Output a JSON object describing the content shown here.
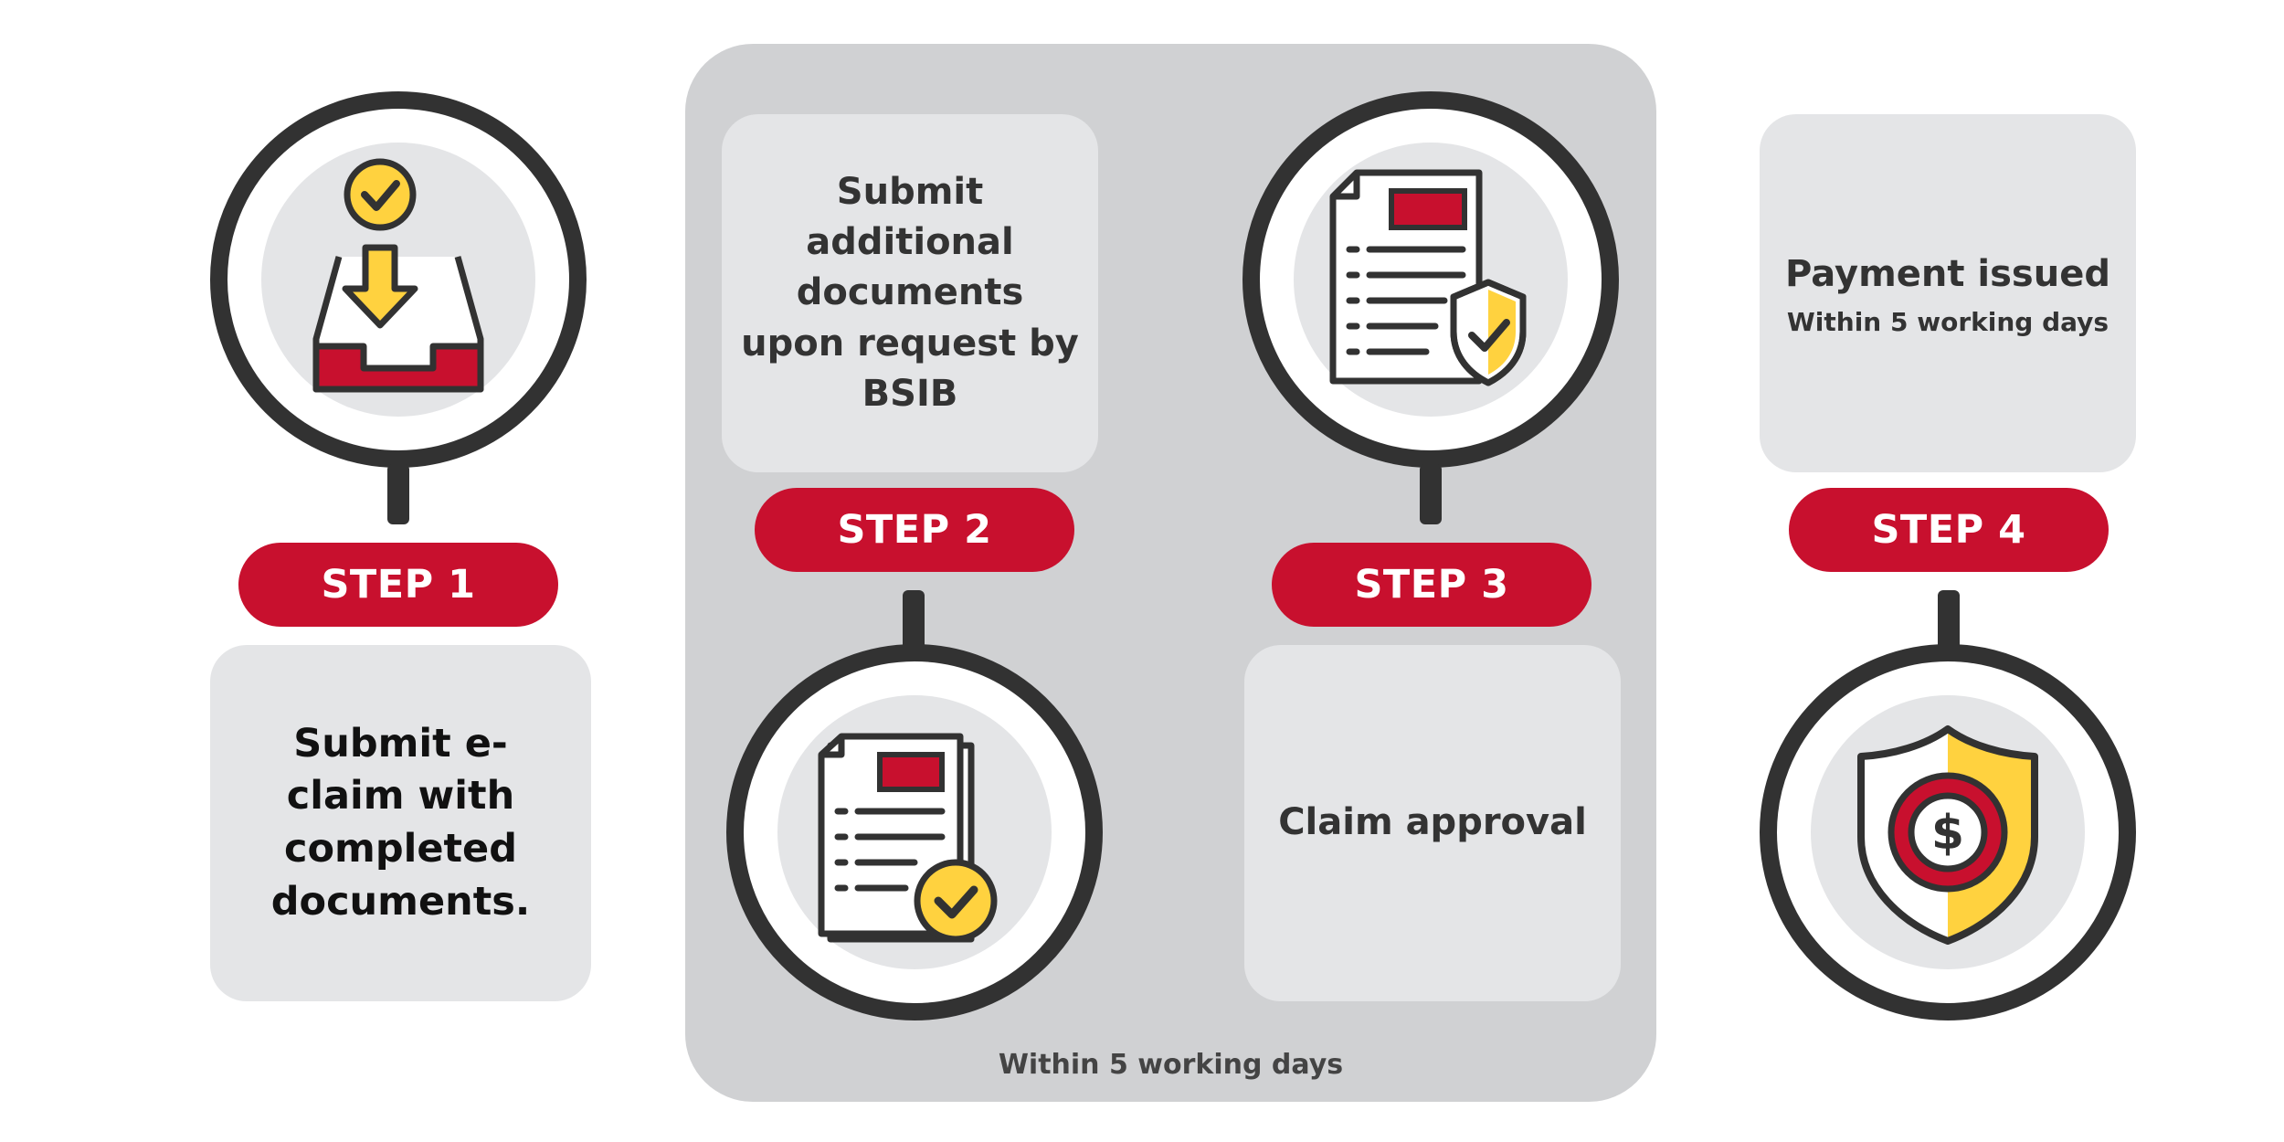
{
  "steps": [
    {
      "label": "STEP 1",
      "text": "Submit e-claim with completed documents."
    },
    {
      "label": "STEP 2",
      "text": "Submit additional documents upon request by BSIB"
    },
    {
      "label": "STEP 3",
      "text": "Claim approval"
    },
    {
      "label": "STEP 4",
      "text": "Payment issued",
      "subtext": "Within 5 working days"
    }
  ],
  "group_note": "Within 5 working days",
  "colors": {
    "brand_red": "#c8102e",
    "accent_yellow": "#ffd23f",
    "ring_dark": "#323232",
    "card_grey": "#e4e5e7",
    "group_grey": "#d0d1d3"
  },
  "icons": [
    "inbox-download-icon",
    "document-check-icon",
    "document-shield-icon",
    "dollar-shield-icon"
  ]
}
